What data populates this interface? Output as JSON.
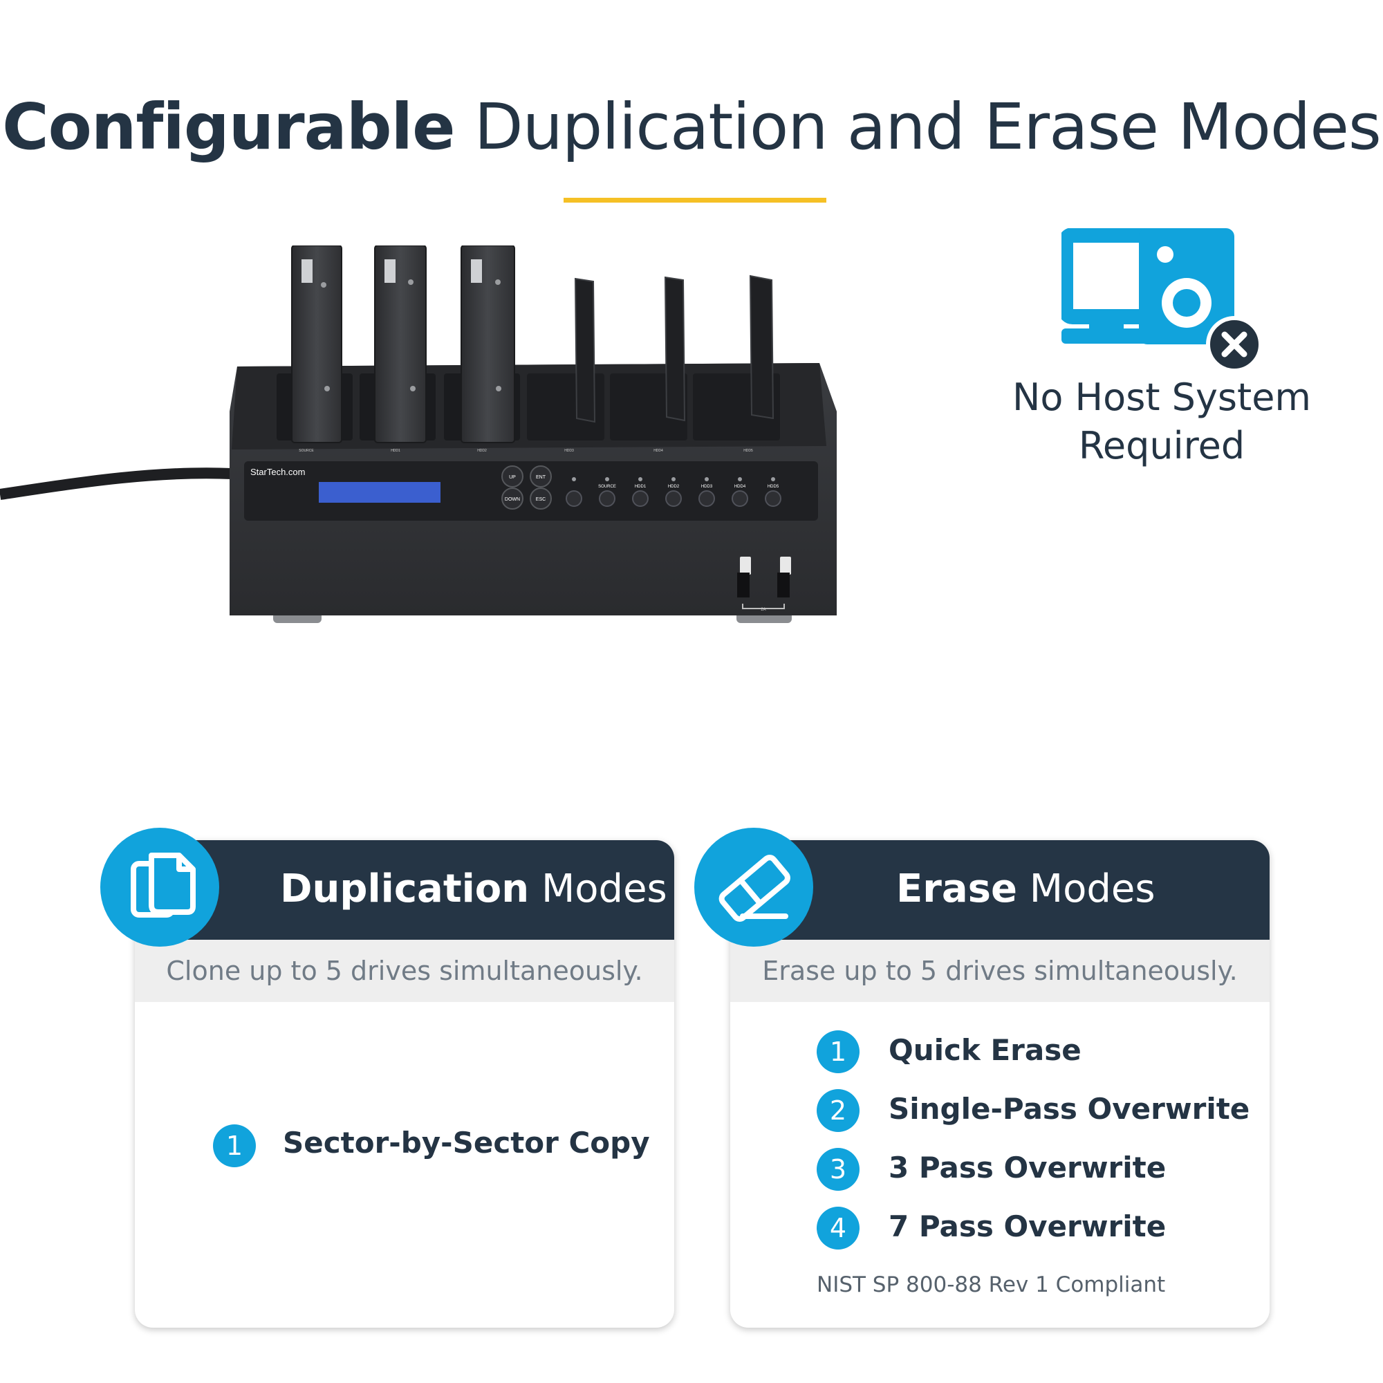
{
  "headline": {
    "bold": "Configurable",
    "light": "Duplication and Erase Modes"
  },
  "colors": {
    "accent_yellow": "#f5c025",
    "brand_blue": "#11a3dc",
    "navy": "#253545",
    "icon_dark": "#24323f"
  },
  "host": {
    "icon": "computer-drive-no-icon",
    "text": [
      "No Host System",
      "Required"
    ]
  },
  "device": {
    "brand": "StarTech.com",
    "keys": [
      "UP",
      "ENT",
      "DOWN",
      "ESC"
    ],
    "port_labels": [
      "SOURCE",
      "HDD1",
      "HDD2",
      "HDD3",
      "HDD4",
      "HDD5"
    ],
    "bay_labels": [
      "SOURCE",
      "HDD1",
      "HDD2",
      "HDD3",
      "HDD4",
      "HDD5"
    ],
    "usb_label": "2A"
  },
  "duplication": {
    "icon": "copy-documents-icon",
    "title_bold": "Duplication",
    "title_light": "Modes",
    "subtitle": "Clone up to 5 drives simultaneously.",
    "items": [
      {
        "num": "1",
        "label": "Sector-by-Sector Copy"
      }
    ]
  },
  "erase": {
    "icon": "eraser-icon",
    "title_bold": "Erase",
    "title_light": "Modes",
    "subtitle": "Erase up to 5 drives simultaneously.",
    "items": [
      {
        "num": "1",
        "label": "Quick Erase"
      },
      {
        "num": "2",
        "label": "Single-Pass Overwrite"
      },
      {
        "num": "3",
        "label": "3 Pass Overwrite"
      },
      {
        "num": "4",
        "label": "7 Pass Overwrite"
      }
    ],
    "compliance": "NIST SP 800-88 Rev 1 Compliant"
  }
}
